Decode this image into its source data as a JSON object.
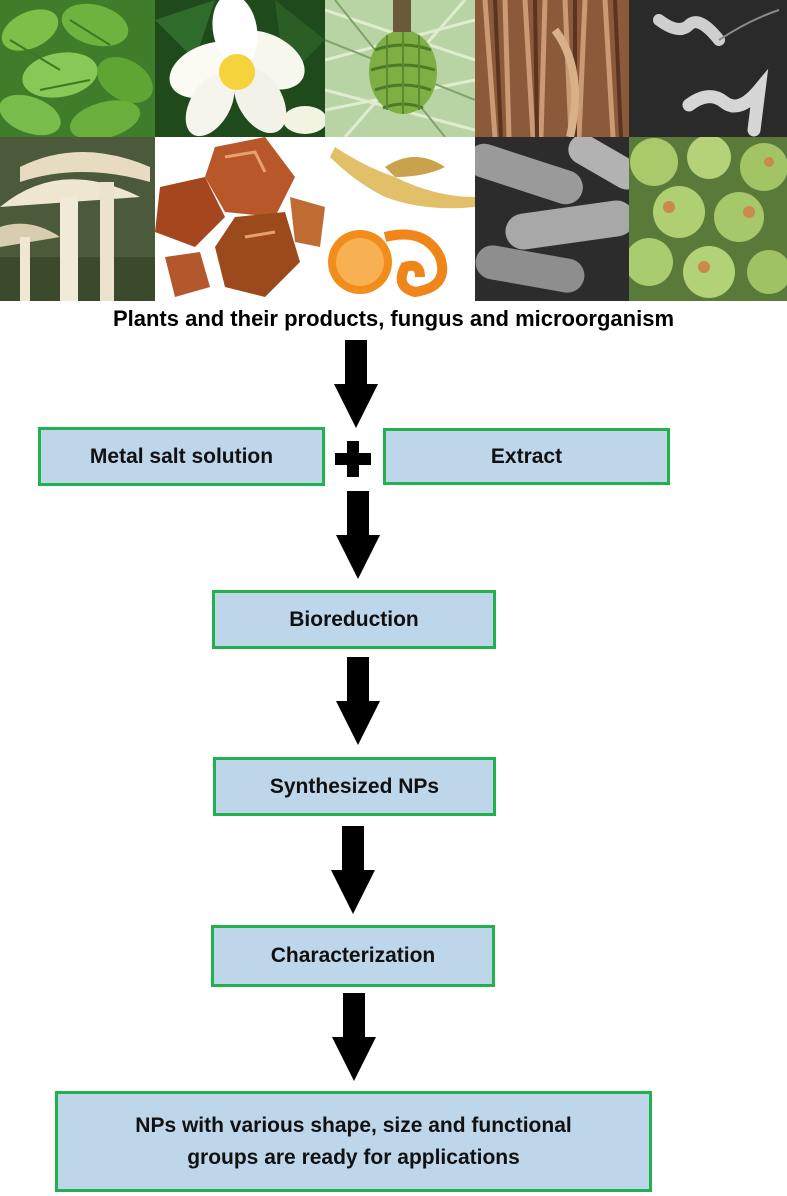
{
  "images": {
    "row1": [
      {
        "icon": "plant-leaves-photo"
      },
      {
        "icon": "frangipani-flower-photo"
      },
      {
        "icon": "pine-cone-photo"
      },
      {
        "icon": "tree-bark-photo"
      },
      {
        "icon": "spiral-bacteria-micrograph"
      }
    ],
    "row2": [
      {
        "icon": "mushrooms-photo"
      },
      {
        "icon": "gum-resin-photo"
      },
      {
        "icon": "fruit-peels-photo"
      },
      {
        "icon": "rod-bacteria-micrograph"
      },
      {
        "icon": "yeast-cells-micrograph"
      }
    ]
  },
  "diagram": {
    "source_caption": "Plants and their products, fungus and microorganism",
    "metal_salt": "Metal salt solution",
    "extract": "Extract",
    "bioreduction": "Bioreduction",
    "synthesized": "Synthesized NPs",
    "characterization": "Characterization",
    "final_line1": "NPs with various shape, size and functional",
    "final_line2": "groups are ready for applications"
  },
  "colors": {
    "box_fill": "#bed6ea",
    "box_border": "#22b14c",
    "arrow": "#000000"
  }
}
